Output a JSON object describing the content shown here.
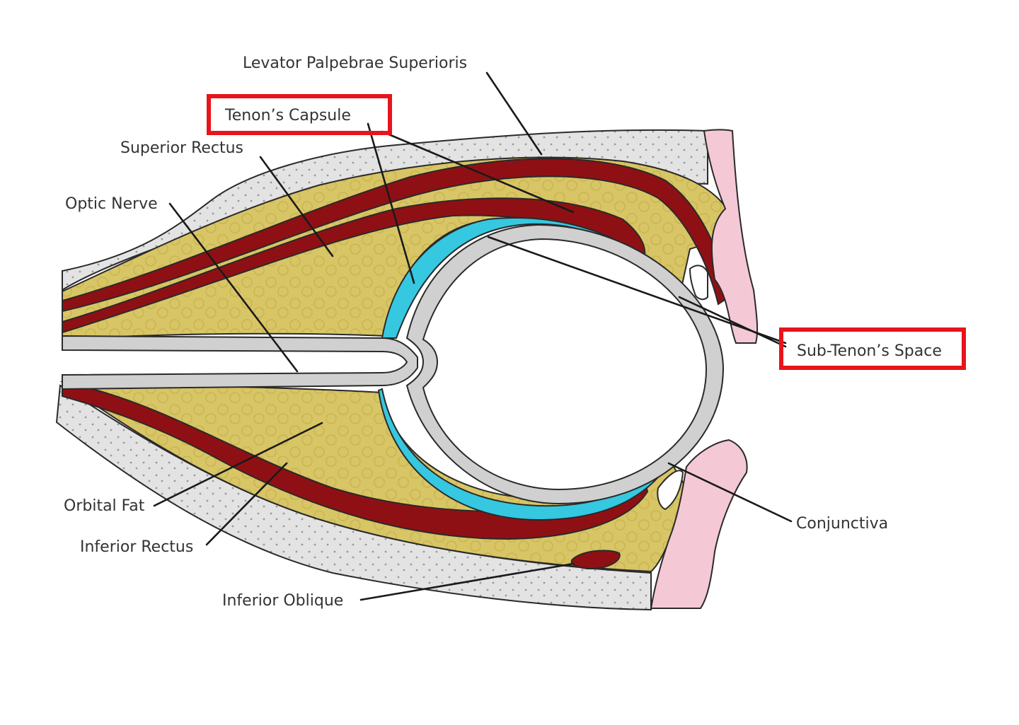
{
  "labels": {
    "levator": "Levator Palpebrae Superioris",
    "tenons_capsule": "Tenon’s Capsule",
    "superior_rectus": "Superior Rectus",
    "optic_nerve": "Optic Nerve",
    "sub_tenons_space": "Sub-Tenon’s Space",
    "orbital_fat": "Orbital Fat",
    "inferior_rectus": "Inferior Rectus",
    "conjunctiva": "Conjunctiva",
    "inferior_oblique": "Inferior Oblique"
  },
  "highlighted": [
    "tenons_capsule",
    "sub_tenons_space"
  ],
  "colors": {
    "highlight_box": "#e8141b",
    "orbital_fat": "#d8c565",
    "muscle": "#8f1014",
    "periorbita": "#e3e3e3",
    "sclera": "#d0d0d0",
    "tenons_layer": "#35c8e0",
    "eyelid": "#f5c8d6"
  }
}
